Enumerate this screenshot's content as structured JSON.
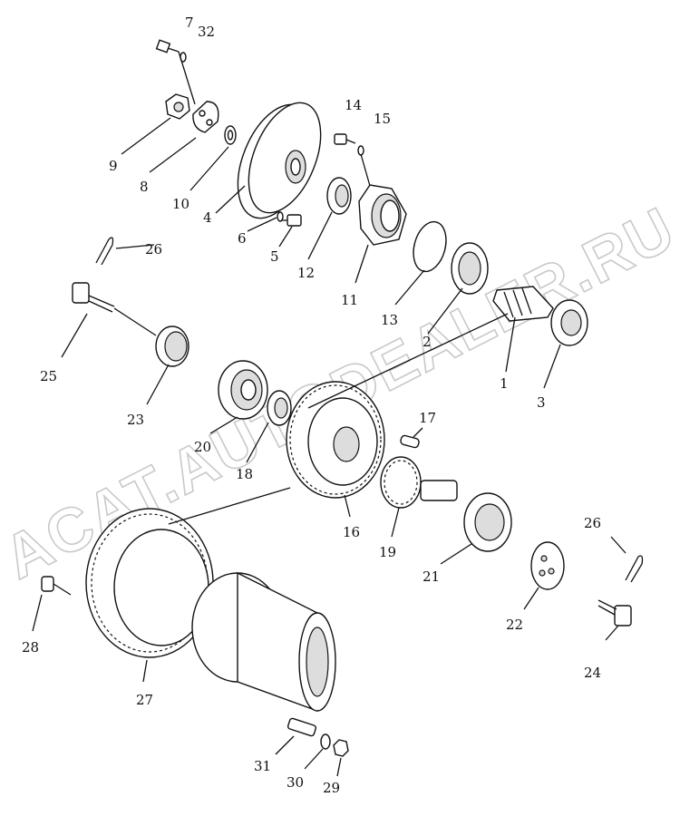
{
  "watermark": "ACAT.AUTODEALER.RU",
  "labels": {
    "l1": "1",
    "l2": "2",
    "l3": "3",
    "l4": "4",
    "l5": "5",
    "l6": "6",
    "l7": "7",
    "l8": "8",
    "l9": "9",
    "l10": "10",
    "l11": "11",
    "l12": "12",
    "l13": "13",
    "l14": "14",
    "l15": "15",
    "l16": "16",
    "l17": "17",
    "l18": "18",
    "l19": "19",
    "l20": "20",
    "l21": "21",
    "l22": "22",
    "l23": "23",
    "l24": "24",
    "l25": "25",
    "l26a": "26",
    "l26b": "26",
    "l27": "27",
    "l28": "28",
    "l29": "29",
    "l30": "30",
    "l31": "31",
    "l32": "32"
  }
}
